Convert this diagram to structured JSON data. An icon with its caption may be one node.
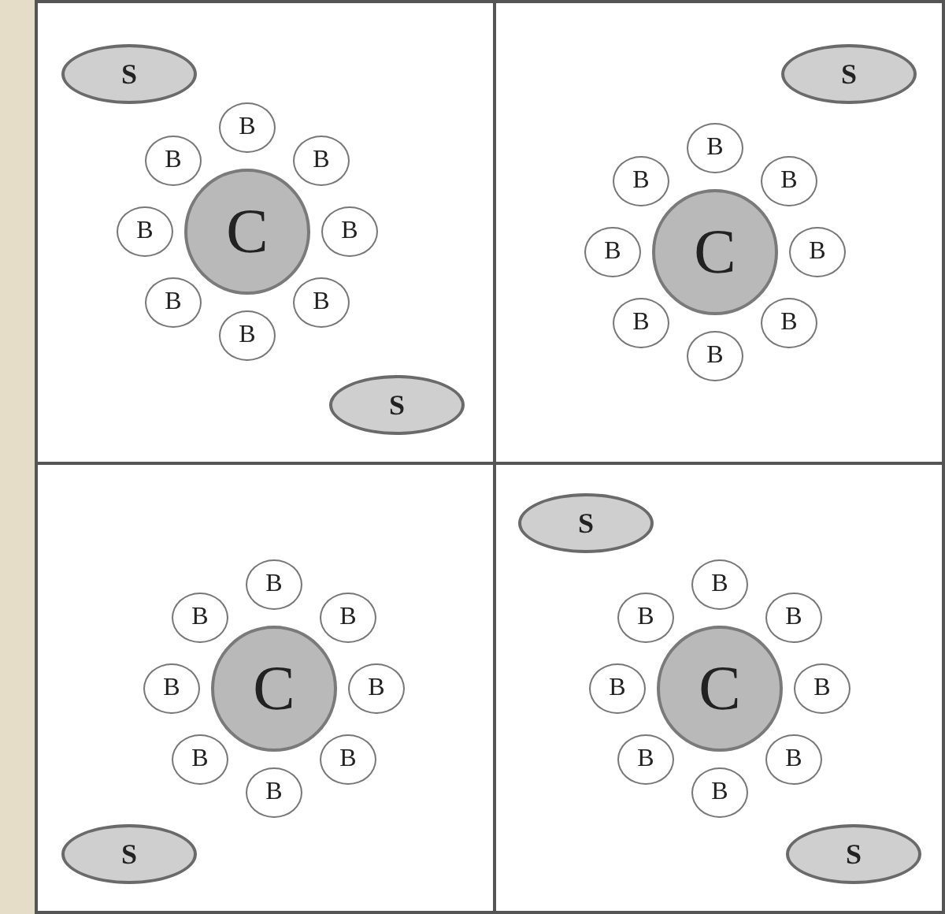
{
  "diagram": {
    "nodes": [
      {
        "text": [],
        "shape": "box"
      },
      {
        "text": [
          "S"
        ],
        "in": 0
      },
      {
        "text": [
          "C"
        ],
        "in": 0
      },
      {
        "text": [
          "B"
        ],
        "in": 0
      },
      {
        "text": [
          "B"
        ],
        "in": 0
      },
      {
        "text": [
          "B"
        ],
        "in": 0
      },
      {
        "text": [
          "B"
        ],
        "in": 0
      },
      {
        "text": [
          "B"
        ],
        "in": 0
      },
      {
        "text": [
          "B"
        ],
        "in": 0
      },
      {
        "text": [
          "B"
        ],
        "in": 0
      },
      {
        "text": [
          "B"
        ],
        "in": 0
      },
      {
        "text": [
          "S"
        ],
        "in": 0
      },
      {
        "text": [],
        "shape": "box"
      },
      {
        "text": [
          "S"
        ],
        "in": 12
      },
      {
        "text": [
          "C"
        ],
        "in": 12
      },
      {
        "text": [
          "B"
        ],
        "in": 12
      },
      {
        "text": [
          "B"
        ],
        "in": 12
      },
      {
        "text": [
          "B"
        ],
        "in": 12
      },
      {
        "text": [
          "B"
        ],
        "in": 12
      },
      {
        "text": [
          "B"
        ],
        "in": 12
      },
      {
        "text": [
          "B"
        ],
        "in": 12
      },
      {
        "text": [
          "B"
        ],
        "in": 12
      },
      {
        "text": [
          "B"
        ],
        "in": 12
      },
      {
        "text": [],
        "shape": "box"
      },
      {
        "text": [
          "C"
        ],
        "in": 23
      },
      {
        "text": [
          "B"
        ],
        "in": 23
      },
      {
        "text": [
          "B"
        ],
        "in": 23
      },
      {
        "text": [
          "B"
        ],
        "in": 23
      },
      {
        "text": [
          "B"
        ],
        "in": 23
      },
      {
        "text": [
          "B"
        ],
        "in": 23
      },
      {
        "text": [
          "B"
        ],
        "in": 23
      },
      {
        "text": [
          "B"
        ],
        "in": 23
      },
      {
        "text": [
          "B"
        ],
        "in": 23
      },
      {
        "text": [
          "S"
        ],
        "in": 23
      },
      {
        "text": [],
        "shape": "box"
      },
      {
        "text": [
          "S"
        ],
        "in": 34
      },
      {
        "text": [
          "C"
        ],
        "in": 34
      },
      {
        "text": [
          "B"
        ],
        "in": 34
      },
      {
        "text": [
          "B"
        ],
        "in": 34
      },
      {
        "text": [
          "B"
        ],
        "in": 34
      },
      {
        "text": [
          "B"
        ],
        "in": 34
      },
      {
        "text": [
          "B"
        ],
        "in": 34
      },
      {
        "text": [
          "B"
        ],
        "in": 34
      },
      {
        "text": [
          "B"
        ],
        "in": 34
      },
      {
        "text": [
          "B"
        ],
        "in": 34
      },
      {
        "text": [
          "S"
        ],
        "in": 34
      }
    ]
  }
}
